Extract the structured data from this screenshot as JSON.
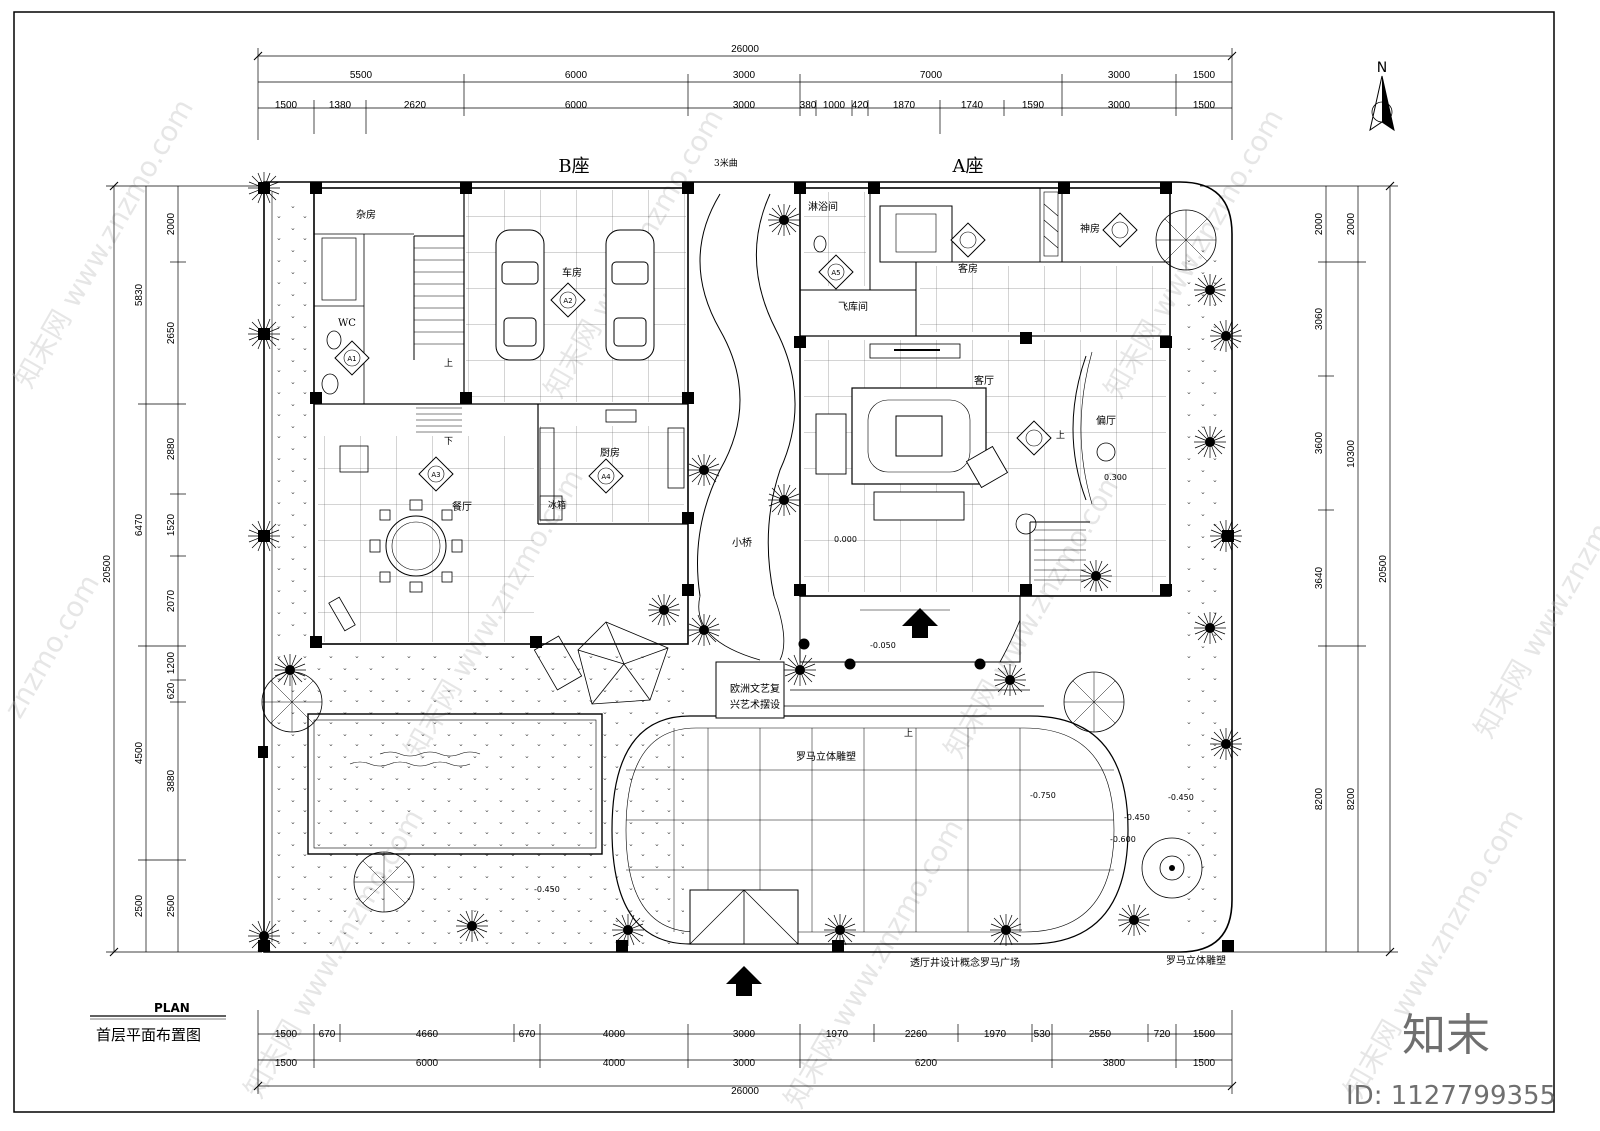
{
  "sections": {
    "b_block": "B座",
    "a_block": "A座"
  },
  "rooms": {
    "storage": "杂房",
    "wc": "WC",
    "garage": "车房",
    "dining": "餐厅",
    "kitchen": "厨房",
    "fridge": "冰箱",
    "bath": "淋浴间",
    "guest_room": "客房",
    "shrine": "神房",
    "cloak": "飞库间",
    "living": "客厅",
    "side_hall": "偏厅",
    "bridge": "小桥",
    "corridor": "3米曲"
  },
  "labels": {
    "renaissance": [
      "欧洲文艺复",
      "兴艺术摆设"
    ],
    "roman_sculpture_1": "罗马立体雕塑",
    "roman_sculpture_2": "罗马立体雕塑",
    "fountain_note": "透厅井设计概念罗马广场",
    "up1": "上",
    "up2": "上",
    "up3": "上",
    "down1": "下"
  },
  "tags": {
    "a1": "A1",
    "a2": "A2",
    "a3": "A3",
    "a4": "A4",
    "a5": "A5"
  },
  "levels": [
    "0.000",
    "0.300",
    "-0.050",
    "-0.450",
    "-0.750",
    "-0.450",
    "-0.600",
    "-0.450"
  ],
  "dimensions": {
    "top_total": "26000",
    "top_row1": [
      "5500",
      "6000",
      "3000",
      "7000",
      "3000",
      "1500"
    ],
    "top_row2": [
      "1500",
      "1380",
      "2620",
      "6000",
      "3000",
      "380",
      "1000",
      "420",
      "1870",
      "1740",
      "1590",
      "3000",
      "1500"
    ],
    "bottom_row1": [
      "1500",
      "670",
      "4660",
      "670",
      "4000",
      "3000",
      "1970",
      "2260",
      "1970",
      "530",
      "2550",
      "720",
      "1500"
    ],
    "bottom_row2": [
      "1500",
      "6000",
      "4000",
      "3000",
      "6200",
      "3800",
      "1500"
    ],
    "bottom_total": "26000",
    "left_total": "20500",
    "left_row1": [
      "5830",
      "6470",
      "4500",
      "2500"
    ],
    "left_row2": [
      "2000",
      "2650",
      "2880",
      "1520",
      "2070",
      "1200",
      "620",
      "3880",
      "2500"
    ],
    "right_total": "20500",
    "right_row1": [
      "2000",
      "10300",
      "8200"
    ],
    "right_row2": [
      "2000",
      "3060",
      "3600",
      "3640",
      "8200"
    ]
  },
  "north": "N",
  "title": {
    "en": "PLAN",
    "zh": "首层平面布置图"
  },
  "brand": {
    "logo": "知末",
    "id": "ID: 1127799355",
    "watermark": "znzmo.com",
    "watermark_cn": "知末网 www.znzmo.com"
  }
}
